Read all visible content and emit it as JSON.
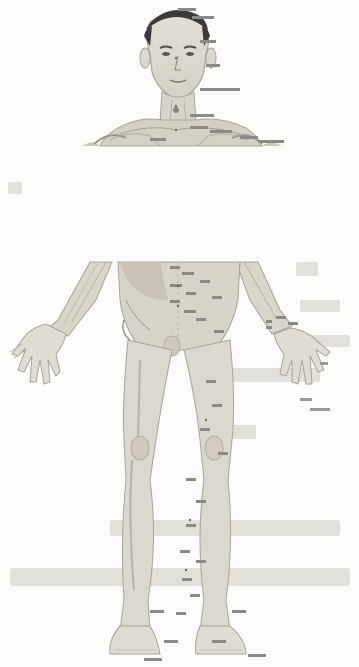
{
  "figure": {
    "subject": "acupuncture-point-anatomy-front-view",
    "colors": {
      "background": "#fbfbf9",
      "skin": "#dcd8cf",
      "outline": "#a8a398",
      "hair": "#3a3a38",
      "muscle": "#c7c1b4",
      "point_label": "#8c8a86",
      "bone": "#b8b2a6",
      "bleed_text": "#d9d7d2"
    },
    "bands": {
      "upper_cut": "torso-gap-1",
      "middle_cut": "torso-gap-2"
    }
  }
}
